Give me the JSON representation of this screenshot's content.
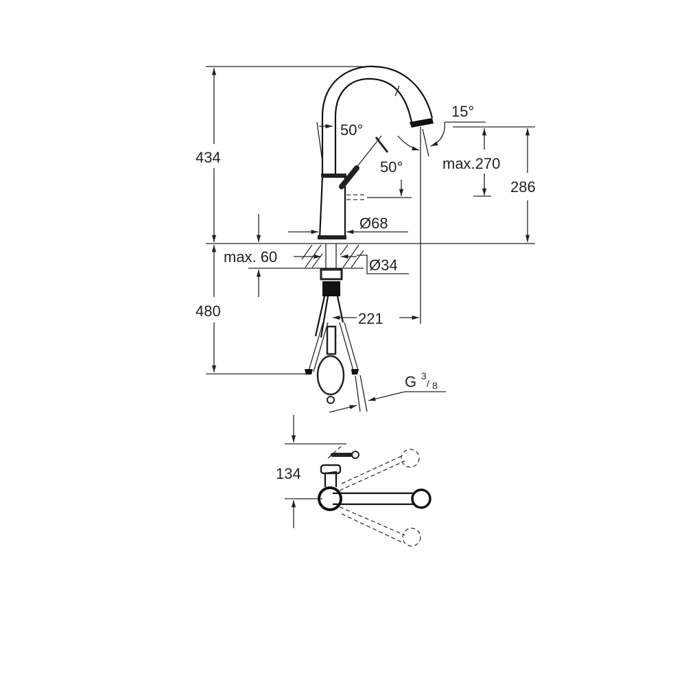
{
  "title": "Faucet dimension drawing",
  "dimensions": {
    "total_height": "434",
    "angle_handle_back": "50°",
    "angle_handle_front": "50°",
    "angle_spout": "15°",
    "spout_clearance_max": "max.270",
    "spout_height": "286",
    "base_diameter": "Ø68",
    "countertop_thickness": "max. 60",
    "hole_diameter": "Ø34",
    "below_counter_length": "480",
    "reach": "221",
    "connection_thread_main": "G",
    "connection_thread_num": "3",
    "connection_thread_den": "8",
    "top_view_height": "134"
  },
  "colors": {
    "line": "#222222",
    "background": "#ffffff"
  }
}
